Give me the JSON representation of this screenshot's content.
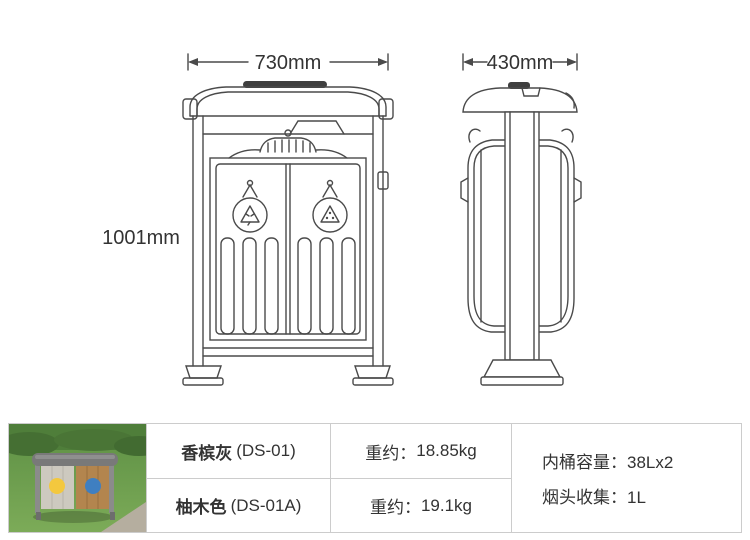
{
  "colors": {
    "line": "#4a4a4a",
    "table_border": "#cccccc",
    "text": "#333333",
    "badge_yellow": "#f3c83e",
    "badge_blue": "#3f7fc1",
    "wood": "#b3854e",
    "grass": "#679a4b"
  },
  "drawings": {
    "front": {
      "width_dim": "730mm",
      "height_dim": "1001mm"
    },
    "side": {
      "width_dim": "430mm"
    }
  },
  "table": {
    "rows": [
      {
        "name": "香槟灰",
        "model": "(DS-01)",
        "weight_label": "重约：",
        "weight_value": "18.85kg"
      },
      {
        "name": "柚木色",
        "model": "(DS-01A)",
        "weight_label": "重约：",
        "weight_value": "19.1kg"
      }
    ],
    "capacity": [
      {
        "label": "内桶容量：",
        "value": "38Lx2"
      },
      {
        "label": "烟头收集：",
        "value": "1L"
      }
    ]
  }
}
